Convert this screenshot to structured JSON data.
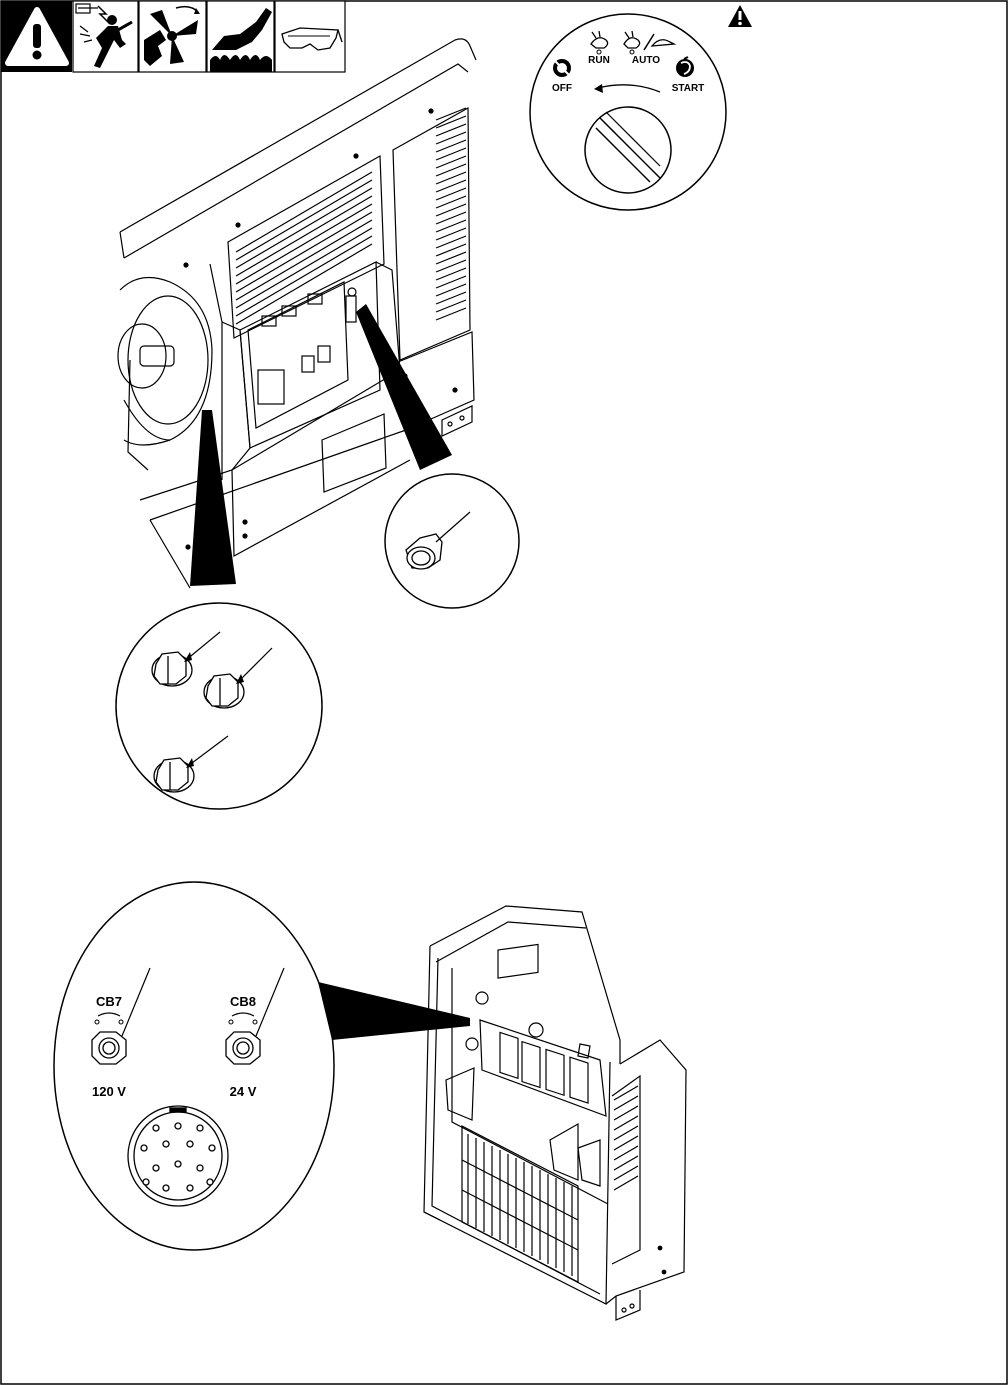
{
  "safety_symbols": [
    {
      "icon": "general-warning-icon"
    },
    {
      "icon": "electric-shock-icon"
    },
    {
      "icon": "moving-parts-icon"
    },
    {
      "icon": "hot-parts-icon"
    },
    {
      "icon": "safety-glasses-icon"
    }
  ],
  "switch_dial": {
    "off_label": "OFF",
    "run_label": "RUN",
    "auto_label": "AUTO",
    "start_label": "START"
  },
  "breaker_panel": {
    "cb7_label": "CB7",
    "cb8_label": "CB8",
    "cb7_voltage": "120 V",
    "cb8_voltage": "24 V"
  }
}
